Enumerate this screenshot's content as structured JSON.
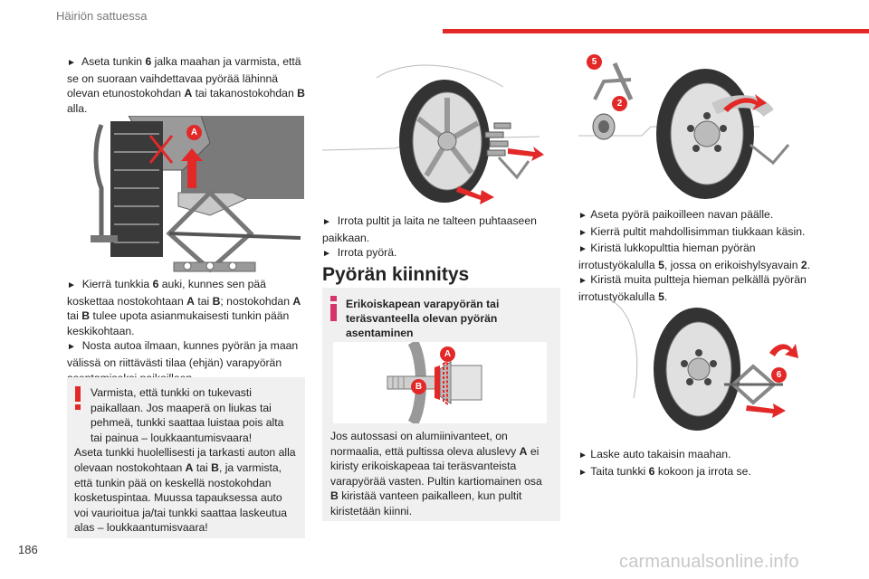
{
  "header": {
    "section": "Häiriön sattuessa"
  },
  "page_number": "186",
  "watermark": "carmanualsonline.info",
  "col1": {
    "step1": {
      "bullet": "►",
      "parts": [
        "Aseta tunkin ",
        "6",
        " jalka maahan ja varmista, että se on suoraan vaihdettavaa pyörää lähinnä olevan etunostokohdan ",
        "A",
        " tai takanostokohdan ",
        "B",
        " alla."
      ]
    },
    "figure_labels": {
      "a": "A"
    },
    "step2": {
      "bullet": "►",
      "parts": [
        "Kierrä tunkkia ",
        "6",
        " auki, kunnes sen pää koskettaa nostokohtaan ",
        "A",
        " tai ",
        "B",
        "; nostokohdan ",
        "A",
        " tai ",
        "B",
        " tulee upota asianmukaisesti tunkin pään keskikohtaan."
      ]
    },
    "step3": {
      "bullet": "►",
      "text": "Nosta autoa ilmaan, kunnes pyörän ja maan välissä on riittävästi tilaa (ehjän) varapyörän asentamiseksi paikoilleen."
    },
    "warning": {
      "mark": "!",
      "line1": "Varmista, että tunkki on tukevasti paikallaan. Jos maaperä on liukas tai pehmeä, tunkki saattaa luistaa pois alta tai painua – loukkaantumisvaara!",
      "parts": [
        "Aseta tunkki huolellisesti ja tarkasti auton alla olevaan nostokohtaan ",
        "A",
        " tai ",
        "B",
        ", ja varmista, että tunkin pää on keskellä nostokohdan kosketuspintaa. Muussa tapauksessa auto voi vaurioitua ja/tai tunkki saattaa laskeutua alas – loukkaantumisvaara!"
      ]
    }
  },
  "col2": {
    "step1": {
      "bullet": "►",
      "text": "Irrota pultit ja laita ne talteen puhtaaseen paikkaan."
    },
    "step2": {
      "bullet": "►",
      "text": "Irrota pyörä."
    },
    "heading": "Pyörän kiinnitys",
    "info": {
      "title": "Erikoiskapean varapyörän tai teräsvanteella olevan pyörän asentaminen",
      "fig_labels": {
        "a": "A",
        "b": "B"
      },
      "parts": [
        "Jos autossasi on alumiinivanteet, on normaalia, että pultissa oleva aluslevy ",
        "A",
        " ei kiristy erikoiskapeaa tai teräsvanteista varapyörää vasten. Pultin kartiomainen osa ",
        "B",
        " kiristää vanteen paikalleen, kun pultit kiristetään kiinni."
      ]
    }
  },
  "col3": {
    "fig_labels": {
      "five": "5",
      "two": "2"
    },
    "steps": [
      {
        "bullet": "►",
        "parts": [
          "Aseta pyörä paikoilleen navan päälle."
        ]
      },
      {
        "bullet": "►",
        "parts": [
          "Kierrä pultit mahdollisimman tiukkaan käsin."
        ]
      },
      {
        "bullet": "►",
        "parts": [
          "Kiristä lukkopulttia hieman pyörän irrotustyökalulla ",
          "5",
          ", jossa on erikoishylsyavain ",
          "2",
          "."
        ]
      },
      {
        "bullet": "►",
        "parts": [
          "Kiristä muita pultteja hieman pelkällä pyörän irrotustyökalulla ",
          "5",
          "."
        ]
      }
    ],
    "fig2_labels": {
      "six": "6"
    },
    "final_steps": [
      {
        "bullet": "►",
        "parts": [
          "Laske auto takaisin maahan."
        ]
      },
      {
        "bullet": "►",
        "parts": [
          "Taita tunkki ",
          "6",
          " kokoon ja irrota se."
        ]
      }
    ]
  },
  "colors": {
    "accent_red": "#e32828",
    "info_pink": "#d6336c",
    "box_bg": "#f0f0f0"
  }
}
